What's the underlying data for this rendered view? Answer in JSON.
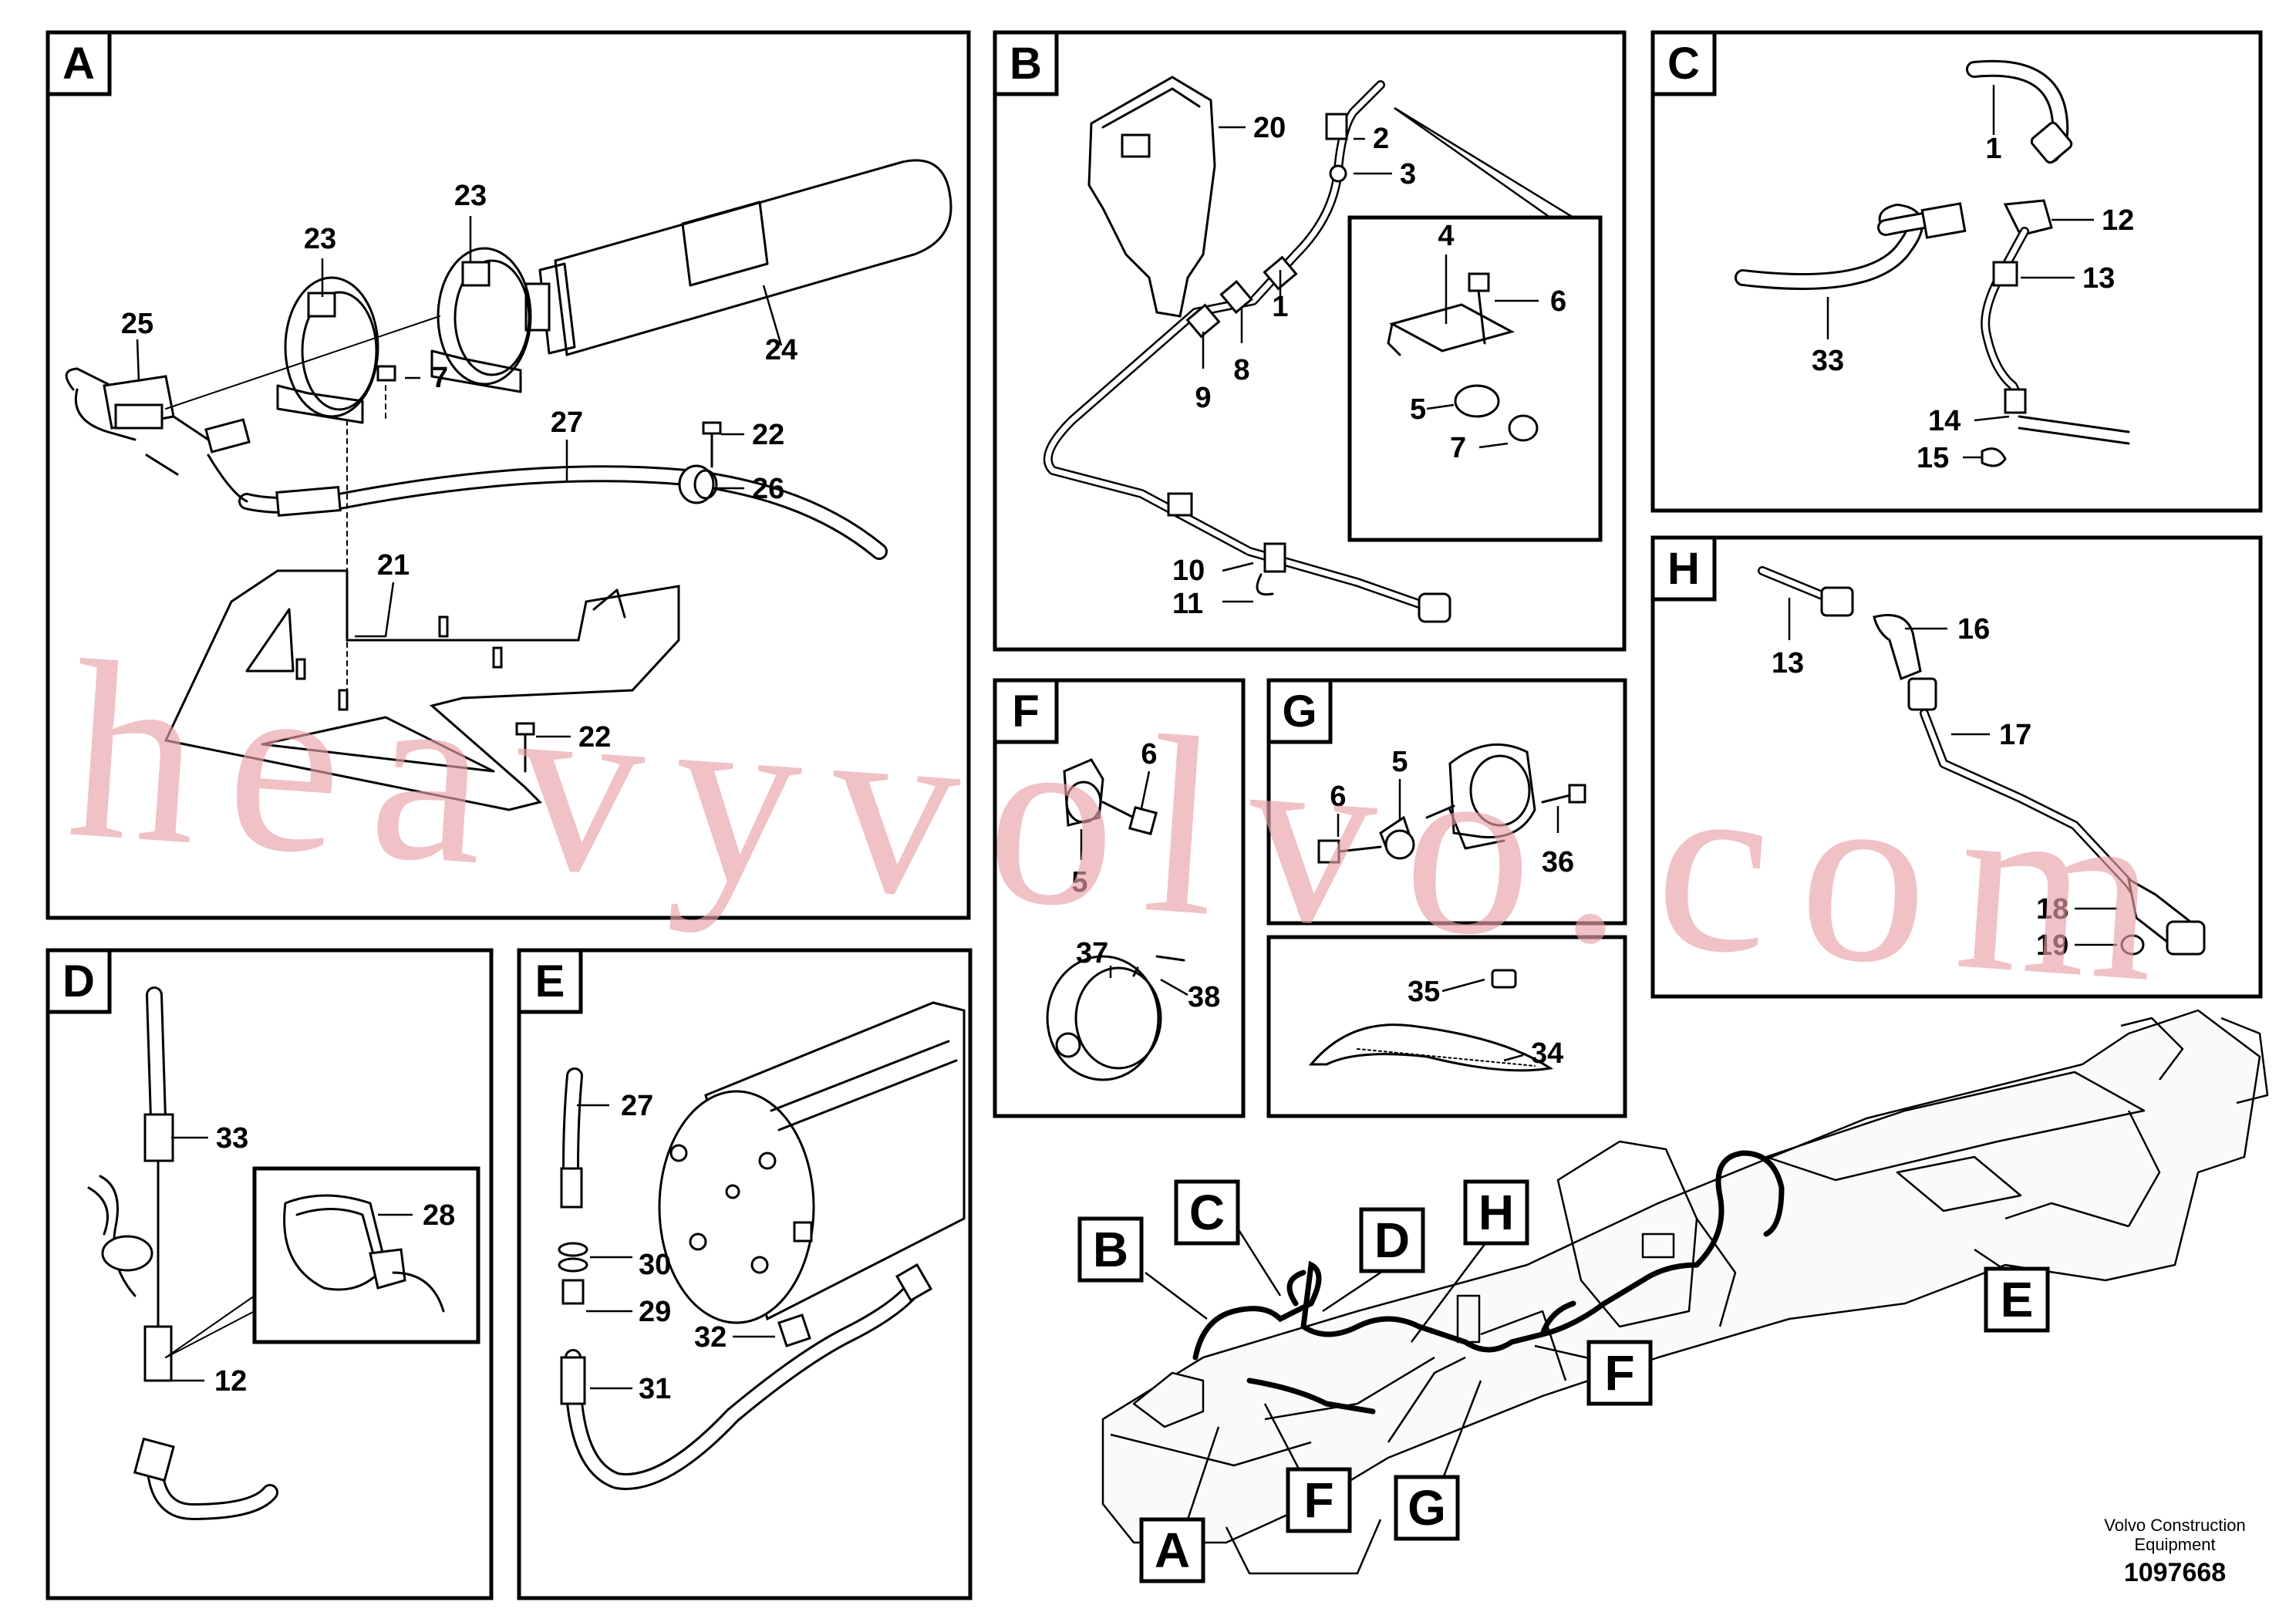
{
  "panels": {
    "A": {
      "letter": "A",
      "labels": {
        "p25": "25",
        "p23a": "23",
        "p23b": "23",
        "p24": "24",
        "p7": "7",
        "p27": "27",
        "p22a": "22",
        "p26": "26",
        "p21": "21",
        "p22b": "22"
      }
    },
    "B": {
      "letter": "B",
      "labels": {
        "p20": "20",
        "p2": "2",
        "p3": "3",
        "p1": "1",
        "p8": "8",
        "p9": "9",
        "p10": "10",
        "p11": "11",
        "p4": "4",
        "p6": "6",
        "p5": "5",
        "p7": "7"
      }
    },
    "C": {
      "letter": "C",
      "labels": {
        "p1": "1",
        "p12": "12",
        "p13": "13",
        "p33": "33",
        "p14": "14",
        "p15": "15"
      }
    },
    "D": {
      "letter": "D",
      "labels": {
        "p33": "33",
        "p28": "28",
        "p12": "12"
      }
    },
    "E": {
      "letter": "E",
      "labels": {
        "p27": "27",
        "p30": "30",
        "p29": "29",
        "p32": "32",
        "p31": "31"
      }
    },
    "F": {
      "letter": "F",
      "labels": {
        "p6": "6",
        "p5": "5",
        "p37": "37",
        "p38": "38"
      }
    },
    "G": {
      "letter": "G",
      "labels": {
        "p6": "6",
        "p5": "5",
        "p36": "36"
      }
    },
    "G2": {
      "labels": {
        "p35": "35",
        "p34": "34"
      }
    },
    "H": {
      "letter": "H",
      "labels": {
        "p13": "13",
        "p16": "16",
        "p17": "17",
        "p18": "18",
        "p19": "19"
      }
    }
  },
  "overview_callouts": {
    "B": "B",
    "C": "C",
    "D": "D",
    "H": "H",
    "E": "E",
    "F1": "F",
    "F2": "F",
    "G": "G",
    "A": "A"
  },
  "watermark": "heavyvolvo.com",
  "footer": {
    "company_line1": "Volvo Construction",
    "company_line2": "Equipment",
    "drawing_number": "1097668"
  }
}
